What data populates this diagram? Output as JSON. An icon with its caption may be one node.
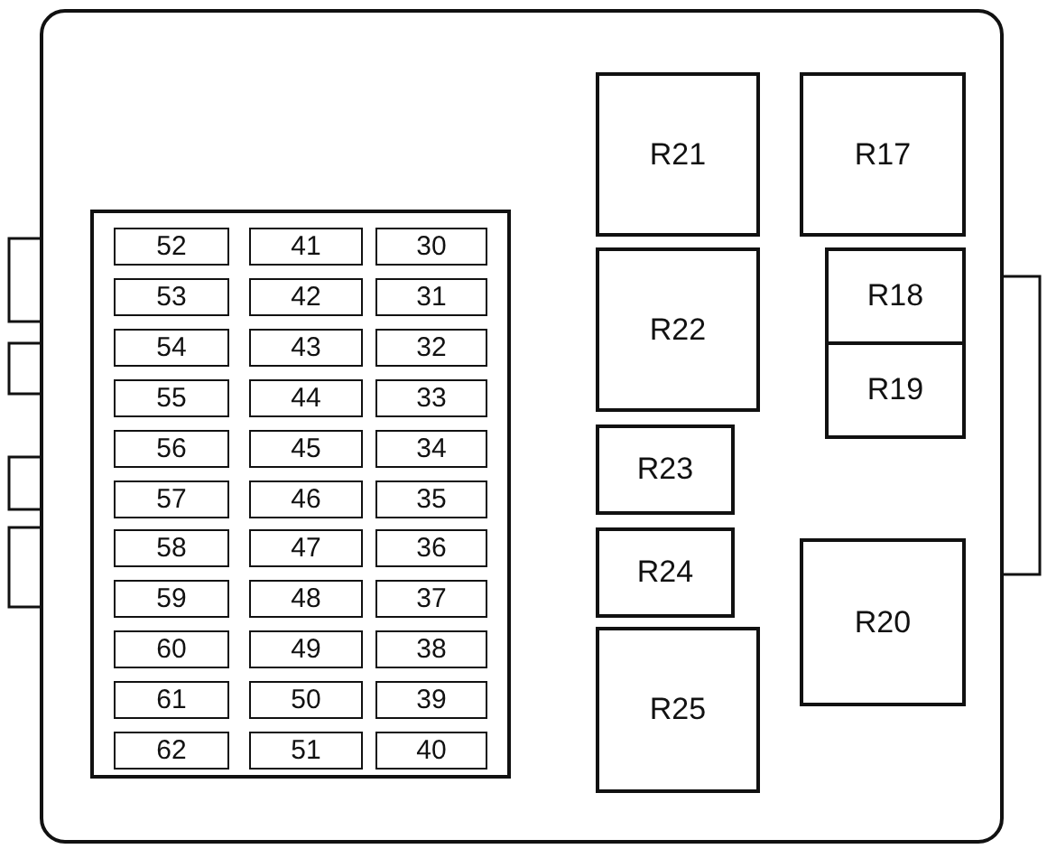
{
  "diagram": {
    "nodes": [
      {
        "text": [],
        "shape": "box"
      },
      {
        "text": [],
        "shape": "box",
        "in": 0
      },
      {
        "text": [
          "52"
        ],
        "in": 1
      },
      {
        "text": [
          "41"
        ],
        "in": 1
      },
      {
        "text": [
          "30"
        ],
        "in": 1
      },
      {
        "text": [
          "53"
        ],
        "in": 1
      },
      {
        "text": [
          "42"
        ],
        "in": 1
      },
      {
        "text": [
          "31"
        ],
        "in": 1
      },
      {
        "text": [
          "54"
        ],
        "in": 1
      },
      {
        "text": [
          "43"
        ],
        "in": 1
      },
      {
        "text": [
          "32"
        ],
        "in": 1
      },
      {
        "text": [
          "55"
        ],
        "in": 1
      },
      {
        "text": [
          "44"
        ],
        "in": 1
      },
      {
        "text": [
          "33"
        ],
        "in": 1
      },
      {
        "text": [
          "56"
        ],
        "in": 1
      },
      {
        "text": [
          "45"
        ],
        "in": 1
      },
      {
        "text": [
          "34"
        ],
        "in": 1
      },
      {
        "text": [
          "57"
        ],
        "in": 1
      },
      {
        "text": [
          "46"
        ],
        "in": 1
      },
      {
        "text": [
          "35"
        ],
        "in": 1
      },
      {
        "text": [
          "58"
        ],
        "in": 1
      },
      {
        "text": [
          "47"
        ],
        "in": 1
      },
      {
        "text": [
          "36"
        ],
        "in": 1
      },
      {
        "text": [
          "59"
        ],
        "in": 1
      },
      {
        "text": [
          "48"
        ],
        "in": 1
      },
      {
        "text": [
          "37"
        ],
        "in": 1
      },
      {
        "text": [
          "60"
        ],
        "in": 1
      },
      {
        "text": [
          "49"
        ],
        "in": 1
      },
      {
        "text": [
          "38"
        ],
        "in": 1
      },
      {
        "text": [
          "61"
        ],
        "in": 1
      },
      {
        "text": [
          "50"
        ],
        "in": 1
      },
      {
        "text": [
          "39"
        ],
        "in": 1
      },
      {
        "text": [
          "62"
        ],
        "in": 1
      },
      {
        "text": [
          "51"
        ],
        "in": 1
      },
      {
        "text": [
          "40"
        ],
        "in": 1
      },
      {
        "text": [
          "R21"
        ],
        "in": 0
      },
      {
        "text": [
          "R17"
        ],
        "in": 0
      },
      {
        "text": [
          "R22"
        ],
        "in": 0
      },
      {
        "text": [
          "R18"
        ],
        "in": 0
      },
      {
        "text": [
          "R19"
        ],
        "in": 0
      },
      {
        "text": [
          "R23"
        ],
        "in": 0
      },
      {
        "text": [
          "R24"
        ],
        "in": 0
      },
      {
        "text": [
          "R20"
        ],
        "in": 0
      },
      {
        "text": [
          "R25"
        ],
        "in": 0
      }
    ]
  }
}
